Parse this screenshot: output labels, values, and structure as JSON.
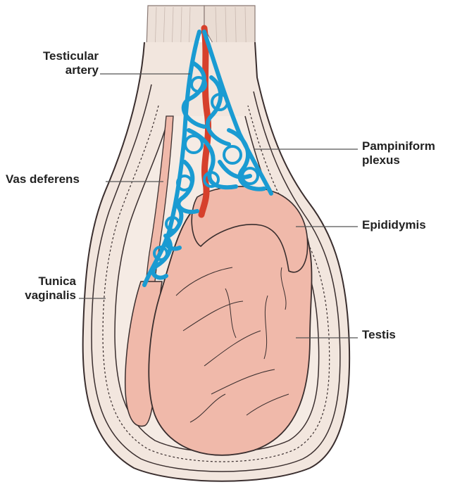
{
  "labels": {
    "testicular_artery": "Testicular\nartery",
    "vas_deferens": "Vas deferens",
    "tunica_vaginalis": "Tunica\nvaginalis",
    "pampiniform_plexus": "Pampiniform\nplexus",
    "epididymis": "Epididymis",
    "testis": "Testis"
  },
  "colors": {
    "skin": "#f2e6de",
    "testis": "#f0b9aa",
    "outline": "#3a2e2e",
    "vein": "#1a9bd2",
    "artery": "#d6402c",
    "cord": "#ece0d8",
    "label_text": "#222222"
  }
}
